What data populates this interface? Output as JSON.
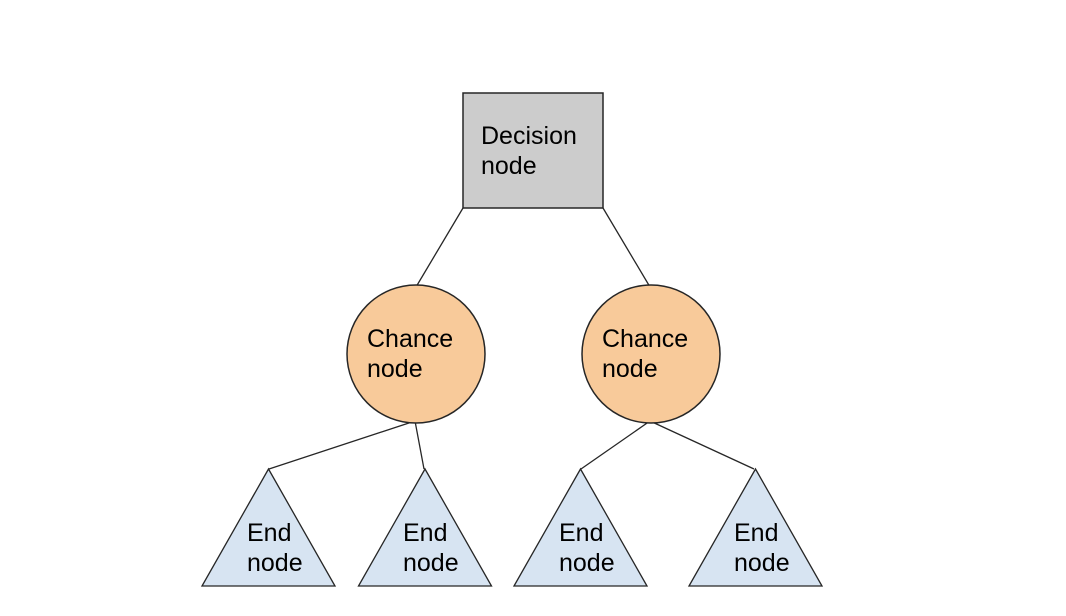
{
  "colors": {
    "background": "#ffffff",
    "decision_fill": "#cccccc",
    "chance_fill": "#f8ca9a",
    "end_fill": "#d7e4f2",
    "shape_stroke": "#262626",
    "edge_stroke": "#262626",
    "text": "#000000"
  },
  "nodes": {
    "decision": {
      "label": "Decision node",
      "shape": "square"
    },
    "chance_left": {
      "label": "Chance node",
      "shape": "circle"
    },
    "chance_right": {
      "label": "Chance node",
      "shape": "circle"
    },
    "end_1": {
      "label": "End node",
      "shape": "triangle"
    },
    "end_2": {
      "label": "End node",
      "shape": "triangle"
    },
    "end_3": {
      "label": "End node",
      "shape": "triangle"
    },
    "end_4": {
      "label": "End node",
      "shape": "triangle"
    }
  },
  "edges": [
    {
      "from": "decision",
      "to": "chance_left"
    },
    {
      "from": "decision",
      "to": "chance_right"
    },
    {
      "from": "chance_left",
      "to": "end_1"
    },
    {
      "from": "chance_left",
      "to": "end_2"
    },
    {
      "from": "chance_right",
      "to": "end_3"
    },
    {
      "from": "chance_right",
      "to": "end_4"
    }
  ]
}
